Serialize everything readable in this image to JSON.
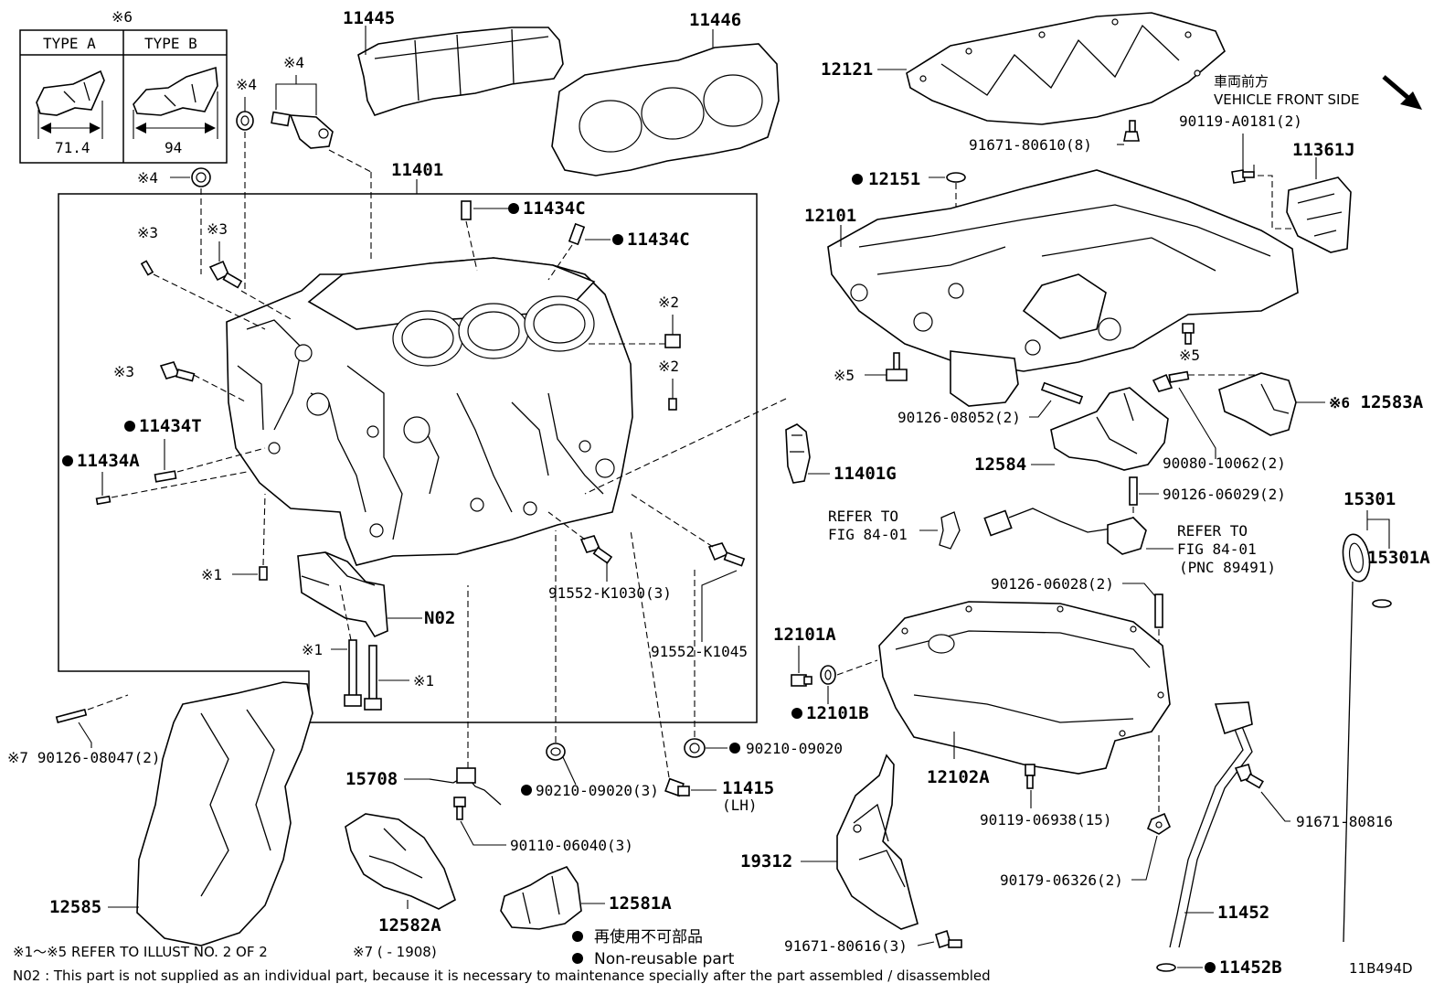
{
  "diagram": {
    "figure_code": "11B494D",
    "type_table": {
      "mark": "※6",
      "type_a": {
        "label": "TYPE A",
        "dimension": "71.4"
      },
      "type_b": {
        "label": "TYPE B",
        "dimension": "94"
      }
    },
    "vehicle_front": {
      "jp": "車両前方",
      "en": "VEHICLE FRONT SIDE"
    },
    "part_labels": {
      "p11445": "11445",
      "p11446": "11446",
      "p11401": "11401",
      "p11434C_a": "11434C",
      "p11434C_b": "11434C",
      "p11434T": "11434T",
      "p11434A": "11434A",
      "p11401G": "11401G",
      "n02": "N02",
      "p91552_k1030": "91552-K1030(3)",
      "p91552_k1045": "91552-K1045",
      "p90126_08047": "90126-08047(2)",
      "p15708": "15708",
      "p90110_06040": "90110-06040(3)",
      "p90210_09020_3": "90210-09020(3)",
      "p90210_09020": "90210-09020",
      "p11415": "11415",
      "p11415_sub": "(LH)",
      "p12585": "12585",
      "p12582A": "12582A",
      "p12581A": "12581A",
      "p12121": "12121",
      "p91671_80610": "91671-80610(8)",
      "p12151": "12151",
      "p12101": "12101",
      "p90119_A0181": "90119-A0181(2)",
      "p11361J": "11361J",
      "p12583A": "12583A",
      "p90126_08052": "90126-08052(2)",
      "p12584": "12584",
      "p90080_10062": "90080-10062(2)",
      "p90126_06029": "90126-06029(2)",
      "refer_left_1": "REFER TO",
      "refer_left_2": "FIG 84-01",
      "refer_right_1": "REFER TO",
      "refer_right_2": "FIG 84-01",
      "refer_right_3": "(PNC 89491)",
      "p90126_06028": "90126-06028(2)",
      "p15301": "15301",
      "p15301A": "15301A",
      "p12101A": "12101A",
      "p12101B": "12101B",
      "p12102A": "12102A",
      "p90119_06938": "90119-06938(15)",
      "p91671_80816": "91671-80816",
      "p19312": "19312",
      "p90179_06326": "90179-06326(2)",
      "p11452": "11452",
      "p91671_80616": "91671-80616(3)",
      "p11452B": "11452B"
    },
    "marks": {
      "m1": "※1",
      "m2": "※2",
      "m3": "※3",
      "m4": "※4",
      "m5": "※5",
      "m6": "※6",
      "m7": "※7"
    },
    "footnotes": {
      "refer_illust": "※1～※5 REFER TO ILLUST NO. 2 OF 2",
      "m7_range": "※7 (          - 1908)",
      "non_reusable_jp": "再使用不可部品",
      "non_reusable_en": "Non-reusable part",
      "n02_note": "N02 : This part is not supplied as an individual part, because it is necessary to maintenance specially after the part assembled / disassembled"
    }
  }
}
